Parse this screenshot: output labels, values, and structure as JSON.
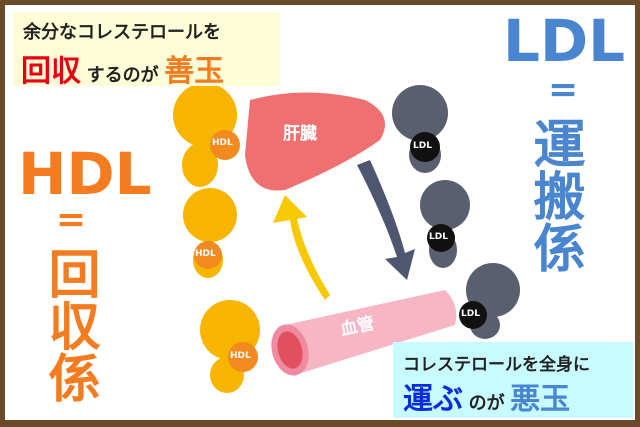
{
  "top_box": {
    "line1": "余分なコレステロールを",
    "emph1": "回収",
    "mid": "するのが",
    "emph2": "善玉"
  },
  "hdl": {
    "title": "HDL",
    "equals": "=",
    "role": "回収係",
    "ball_label": "HDL"
  },
  "ldl": {
    "title": "LDL",
    "equals": "=",
    "role": "運搬係",
    "ball_label": "LDL"
  },
  "organs": {
    "liver": "肝臓",
    "vessel": "血管"
  },
  "bottom_box": {
    "line1": "コレステロールを全身に",
    "emph1": "運ぶ",
    "mid": "のが",
    "emph2": "悪玉"
  },
  "colors": {
    "hdl": "#f47c20",
    "ldl": "#4a86d0",
    "red": "#e60012",
    "blue": "#0a2ce0",
    "frame": "#6b4a2a"
  }
}
